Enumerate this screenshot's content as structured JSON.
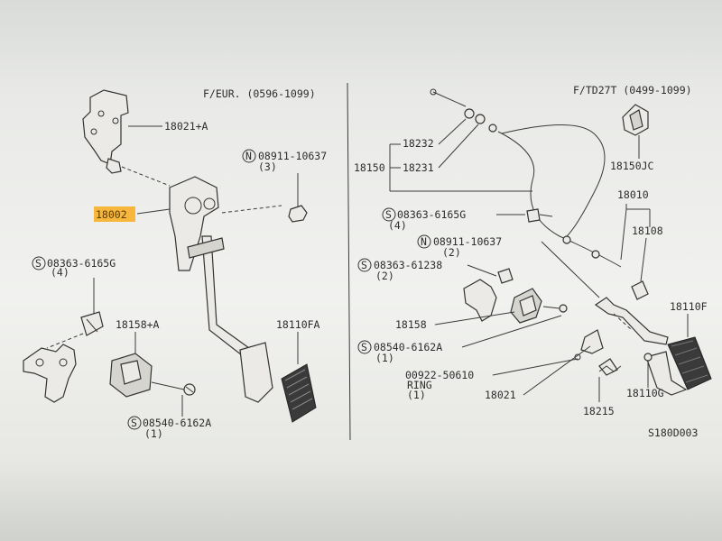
{
  "left_title": "F/EUR. (0596-1099)",
  "right_title": "F/TD27T (0499-1099)",
  "figure_code": "S180D003",
  "left": {
    "bracket": "18021+A",
    "pedal_assy": "18002",
    "bolt_n": "08911-10637",
    "bolt_n_qty": "(3)",
    "screw_s": "08363-6165G",
    "screw_s_qty": "(4)",
    "stopper": "18158+A",
    "pad": "18110FA",
    "screw_s2": "08540-6162A",
    "screw_s2_qty": "(1)"
  },
  "right": {
    "cable_a": "18232",
    "cable_assy": "18150",
    "cable_b": "18231",
    "cable_clip": "18150JC",
    "screw_s": "08363-6165G",
    "screw_s_qty": "(4)",
    "pedal_assy": "18010",
    "spring": "18108",
    "bolt_n": "08911-10637",
    "bolt_n_qty": "(2)",
    "screw_s3": "08363-61238",
    "screw_s3_qty": "(2)",
    "stopper": "18158",
    "screw_s2": "08540-6162A",
    "screw_s2_qty": "(1)",
    "pad": "18110F",
    "ring": "00922-50610",
    "ring_label": "RING",
    "ring_qty": "(1)",
    "bracket": "18021",
    "stopper_bolt": "18110G",
    "clip": "18215"
  },
  "markers": {
    "s": "S",
    "n": "N"
  },
  "colors": {
    "highlight": "#f6b73c",
    "ink": "#2d2d2d"
  }
}
